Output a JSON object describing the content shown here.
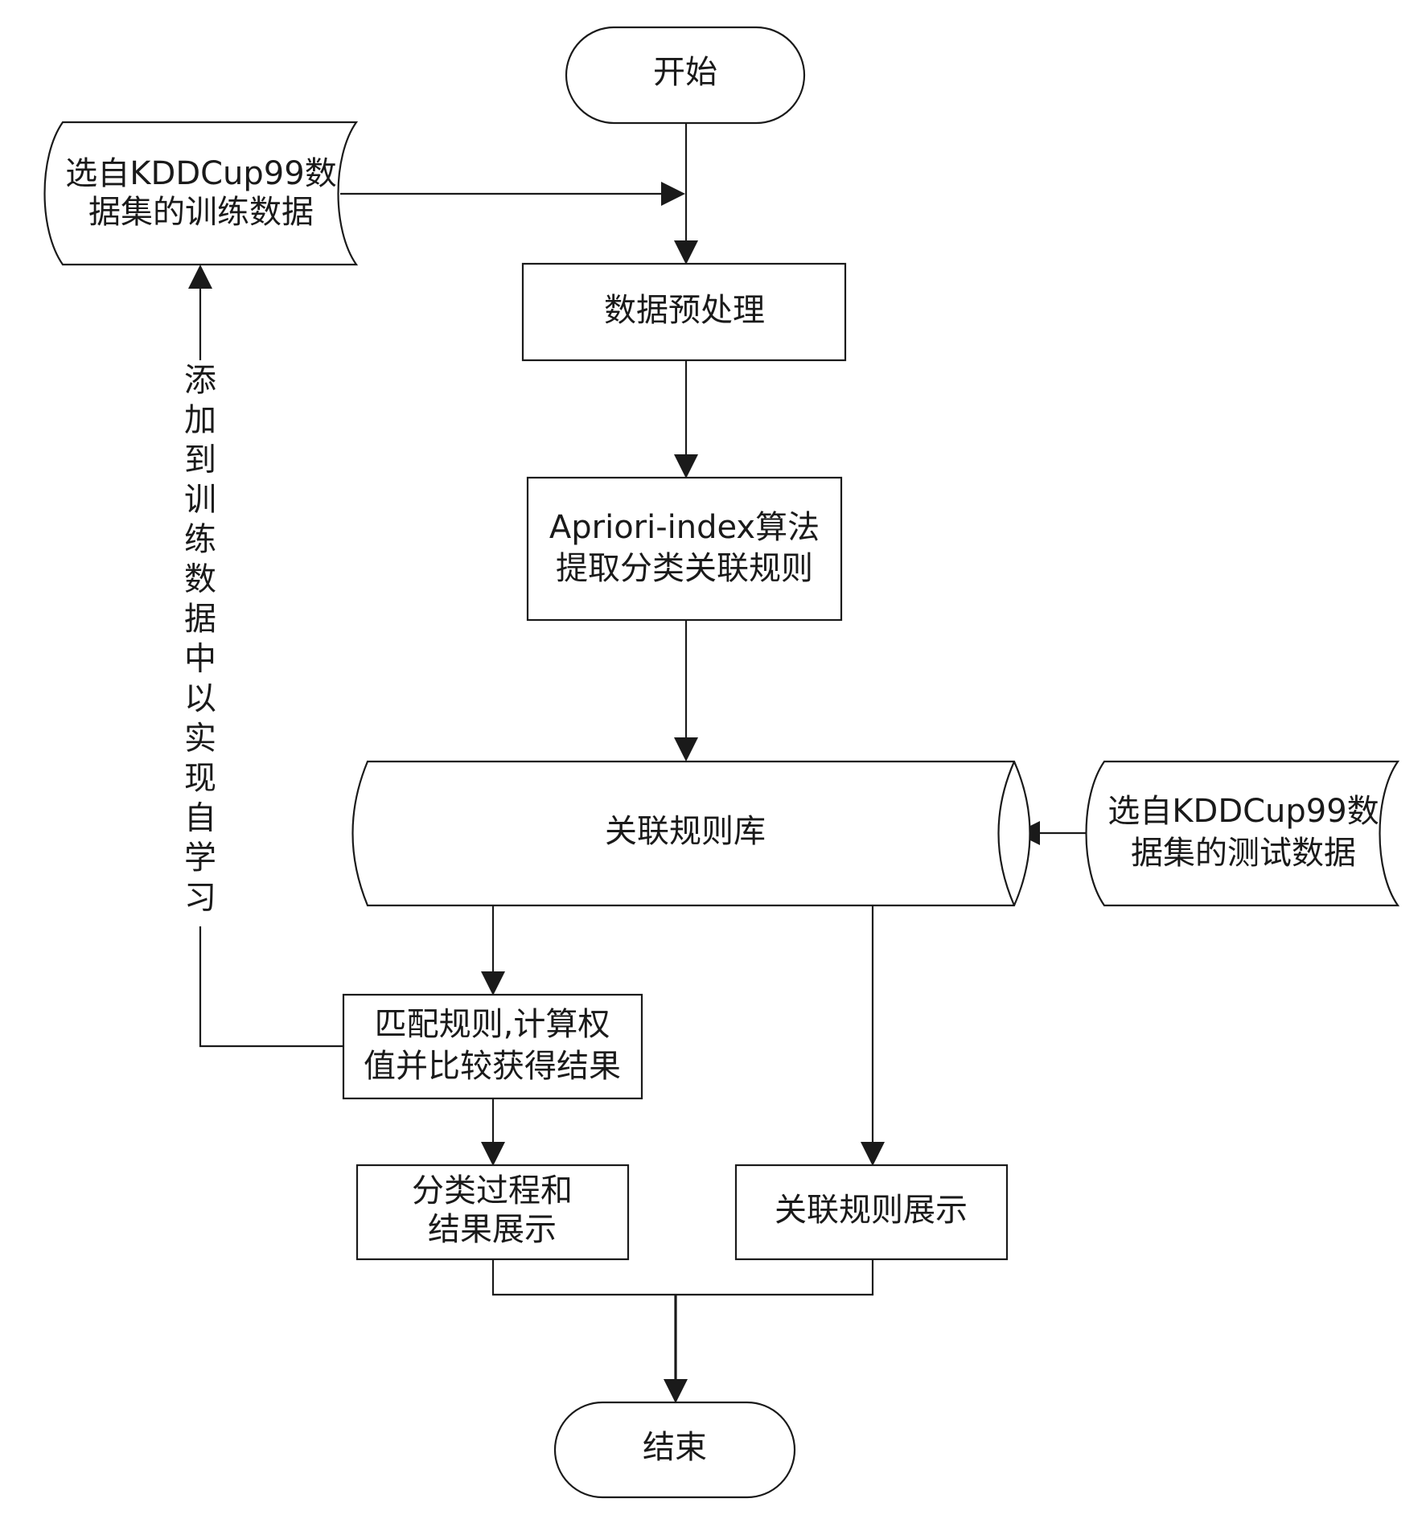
{
  "nodes": {
    "start": "开始",
    "train_data": [
      "选自KDDCup99数",
      "据集的训练数据"
    ],
    "preprocess": "数据预处理",
    "apriori": [
      "Apriori-index算法",
      "提取分类关联规则"
    ],
    "rule_base": "关联规则库",
    "test_data": [
      "选自KDDCup99数",
      "据集的测试数据"
    ],
    "match": [
      "匹配规则,计算权",
      "值并比较获得结果"
    ],
    "classify_show": [
      "分类过程和",
      "结果展示"
    ],
    "rule_show": "关联规则展示",
    "end": "结束"
  },
  "feedback_label": [
    "添",
    "加",
    "到",
    "训",
    "练",
    "数",
    "据",
    "中",
    "以",
    "实",
    "现",
    "自",
    "学",
    "习"
  ]
}
